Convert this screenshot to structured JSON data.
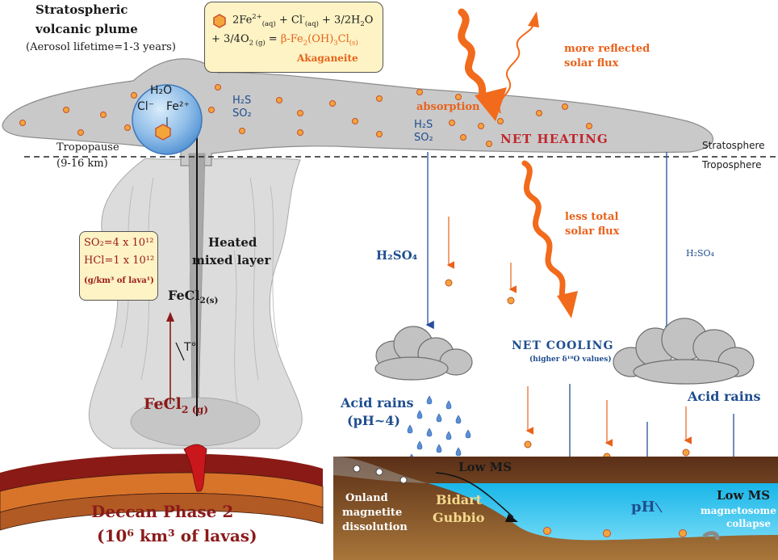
{
  "plume": {
    "title_line1": "Stratospheric",
    "title_line2": "volcanic plume",
    "lifetime": "(Aerosol lifetime=1-3 years)"
  },
  "reaction": {
    "line1_a": "2Fe",
    "line1_b": " + Cl",
    "line1_c": " + 3/2H",
    "line1_d": "O",
    "line2_a": "+ 3/4O",
    "line2_b": " = ",
    "product": "β-Fe",
    "product_b": "(OH)",
    "product_c": "Cl",
    "name": "Akaganeite"
  },
  "bubble": {
    "h2o": "H₂O",
    "cl": "Cl⁻",
    "fe": "Fe²⁺"
  },
  "gases_left": {
    "h2s": "H₂S",
    "so2": "SO₂"
  },
  "gases_right": {
    "h2s": "H₂S",
    "so2": "SO₂"
  },
  "solar": {
    "reflected_line1": "more reflected",
    "reflected_line2": "solar flux",
    "absorption": "absorption",
    "net_heating": "NET HEATING",
    "less_line1": "less total",
    "less_line2": "solar flux"
  },
  "layers": {
    "stratosphere": "Stratosphere",
    "troposphere": "Troposphere",
    "tropopause": "Tropopause",
    "tropopause_height": "(9-16 km)"
  },
  "emissions": {
    "so2": "SO₂=4 x 10¹²",
    "hcl": "HCl=1 x 10¹²",
    "unit": "(g/km³ of lava¹)"
  },
  "column": {
    "heated_line1": "Heated",
    "heated_line2": "mixed layer",
    "fecl2_s": "FeCl",
    "fecl2_s_sub": "2(s)",
    "temp": "T°",
    "fecl2_g": "FeCl",
    "fecl2_g_sub": "2 (g)"
  },
  "deccan": {
    "line1": "Deccan Phase 2",
    "line2": "(10⁶ km³ of lavas)"
  },
  "rain": {
    "h2so4_left": "H₂SO₄",
    "h2so4_right": "H₂SO₄",
    "net_cooling": "NET COOLING",
    "higher_d18o": "(higher δ¹⁸O values)",
    "acid_left_line1": "Acid rains",
    "acid_left_line2": "(pH~4)",
    "acid_right": "Acid rains"
  },
  "ground": {
    "low_ms_left": "Low MS",
    "onland_line1": "Onland",
    "onland_line2": "magnetite",
    "onland_line3": "dissolution",
    "bidart": "Bidart",
    "gubbio": "Gubbio",
    "ph": "pH",
    "low_ms_right": "Low MS",
    "magnetosome_line1": "magnetosome",
    "magnetosome_line2": "collapse"
  },
  "colors": {
    "plume": "#c9c9c9",
    "column": "#dcdcdc",
    "bubble": "#8fbde8",
    "particle": "#f3a53c",
    "arrow_orange": "#f26a1b",
    "arrow_blue": "#2a4d9b",
    "sea": "#25c4ee",
    "sediment": "#7b4a25",
    "crust_orange": "#d8742a",
    "magma": "#c9171b"
  }
}
